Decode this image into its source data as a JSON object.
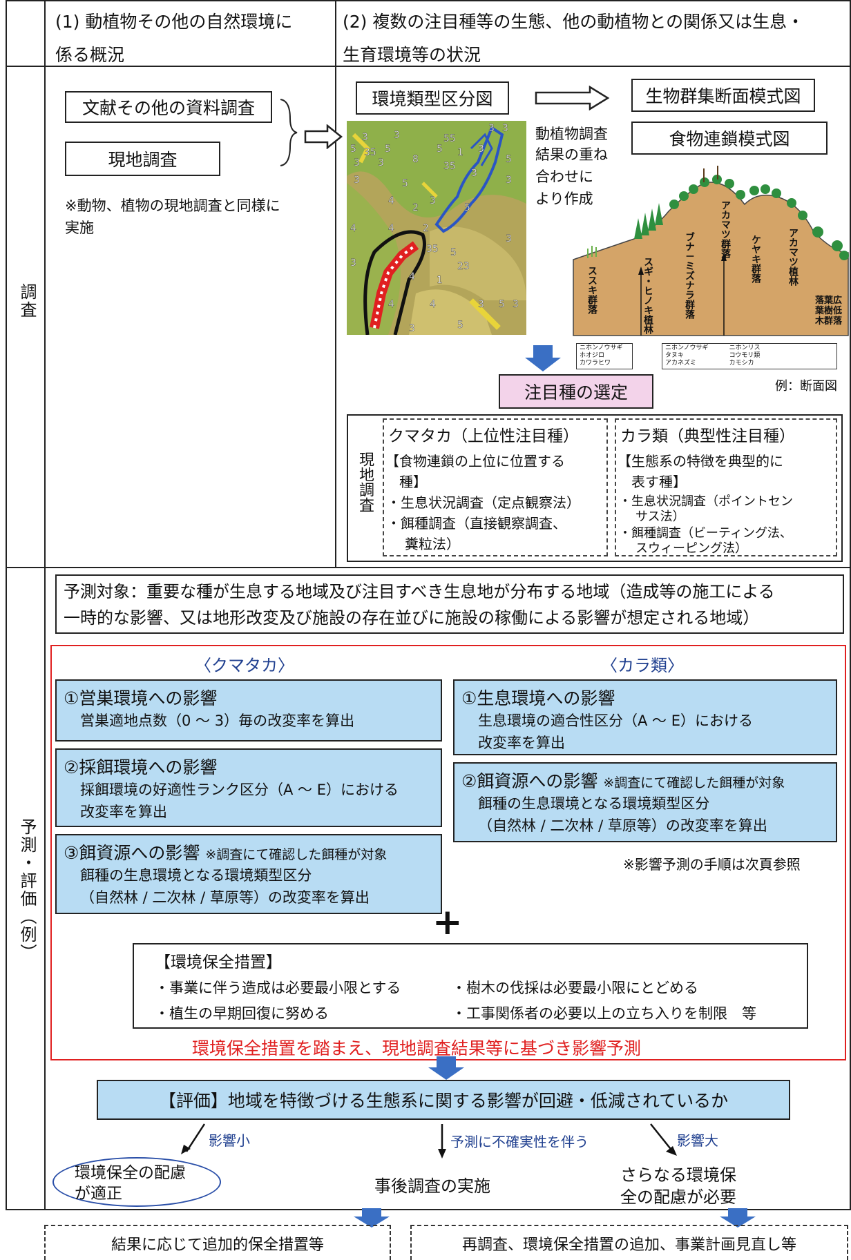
{
  "header": {
    "col1_line1": "(1) 動植物その他の自然環境に",
    "col1_line2": "係る概況",
    "col2_line1": "(2) 複数の注目種等の生態、他の動植物との関係又は生息・",
    "col2_line2": "生育環境等の状況"
  },
  "side_labels": {
    "survey": "調査",
    "predict": "予測・評価（例）"
  },
  "survey": {
    "literature": "文献その他の資料調査",
    "field": "現地調査",
    "note": "※動物、植物の現地調査と同様に",
    "note2": "実施",
    "env_type_map": "環境類型区分図",
    "biocommunity": "生物群集断面模式図",
    "food_chain": "食物連鎖模式図",
    "overlay_text": [
      "動植物調査",
      "結果の重ね",
      "合わせに",
      "より作成"
    ],
    "section_note": "例：断面図",
    "select_species": "注目種の選定",
    "community_labels": [
      "ススキ群落",
      "スギ・ヒノキ植林",
      "ブナ－ミズナラ群落",
      "アカマツ群落",
      "ケヤキ群落",
      "アカマツ植林",
      "落葉広葉樹低木群落"
    ],
    "fauna_left": [
      "ニホンノウサギ",
      "ホオジロ",
      "カワラヒワ"
    ],
    "fauna_mid": [
      "ニホンノウサギ",
      "タヌキ",
      "アカネズミ"
    ],
    "fauna_right": [
      "ニホンリス",
      "コウモリ類",
      "カモシカ"
    ],
    "map_numbers": [
      "3",
      "3",
      "5",
      "3",
      "35",
      "5",
      "3",
      "3",
      "3",
      "8",
      "5",
      "55",
      "1",
      "3",
      "35",
      "5",
      "3",
      "5",
      "3",
      "3",
      "4",
      "2",
      "3",
      "5",
      "2",
      "4",
      "4",
      "35",
      "5",
      "23",
      "3",
      "3",
      "1",
      "4",
      "4",
      "4",
      "3",
      "5",
      "3",
      "5",
      "3"
    ],
    "field_label": "現地調査",
    "kumataka_title": "クマタカ（上位性注目種）",
    "kumataka_lines": [
      "【食物連鎖の上位に位置する",
      "種】",
      "・生息状況調査（定点観察法）",
      "・餌種調査（直接観察調査、",
      "糞粒法）"
    ],
    "kara_title": "カラ類（典型性注目種）",
    "kara_lines": [
      "【生態系の特徴を典型的に",
      "表す種】",
      "・生息状況調査（ポイントセン",
      "サス法）",
      "・餌種調査（ビーティング法、",
      "スウィーピング法）"
    ]
  },
  "predict": {
    "target_line1": "予測対象：重要な種が生息する地域及び注目すべき生息地が分布する地域（造成等の施工による",
    "target_line2": "一時的な影響、又は地形改変及び施設の存在並びに施設の稼働による影響が想定される地域）",
    "kumataka_head": "〈クマタカ〉",
    "kara_head": "〈カラ類〉",
    "k1_title": "①営巣環境への影響",
    "k1_text": "営巣適地点数（0 ～ 3）毎の改変率を算出",
    "k2_title": "②採餌環境への影響",
    "k2_text1": "採餌環境の好適性ランク区分（A ～ E）における",
    "k2_text2": "改変率を算出",
    "k3_title": "③餌資源への影響",
    "k3_note": "※調査にて確認した餌種が対象",
    "k3_text1": "餌種の生息環境となる環境類型区分",
    "k3_text2": "（自然林 / 二次林 / 草原等）の改変率を算出",
    "c1_title": "①生息環境への影響",
    "c1_text1": "生息環境の適合性区分（A ～ E）における",
    "c1_text2": "改変率を算出",
    "c2_title": "②餌資源への影響",
    "c2_note": "※調査にて確認した餌種が対象",
    "c2_text1": "餌種の生息環境となる環境類型区分",
    "c2_text2": "（自然林 / 二次林 / 草原等）の改変率を算出",
    "next_page_note": "※影響予測の手順は次頁参照",
    "plus": "+",
    "measures_title": "【環境保全措置】",
    "measure1": "・事業に伴う造成は必要最小限とする",
    "measure2": "・樹木の伐採は必要最小限にとどめる",
    "measure3": "・植生の早期回復に努める",
    "measure4": "・工事関係者の必要以上の立ち入りを制限　等",
    "red_note": "環境保全措置を踏まえ、現地調査結果等に基づき影響予測",
    "evaluation": "【評価】地域を特徴づける生態系に関する影響が回避・低減されているか",
    "small_impact": "影響小",
    "uncertain": "予測に不確実性を伴う",
    "large_impact": "影響大",
    "proper1": "環境保全の配慮",
    "proper2": "が適正",
    "post_survey": "事後調査の実施",
    "further1": "さらなる環境保",
    "further2": "全の配慮が必要",
    "bottom_left": "結果に応じて追加的保全措置等",
    "bottom_right": "再調査、環境保全措置の追加、事業計画見直し等"
  },
  "colors": {
    "blue_box": "#b8dcf3",
    "arrow_blue": "#3a6fc4",
    "red": "#e02020",
    "pink": "#f3d3ea",
    "text_blue": "#1f3f8f"
  }
}
